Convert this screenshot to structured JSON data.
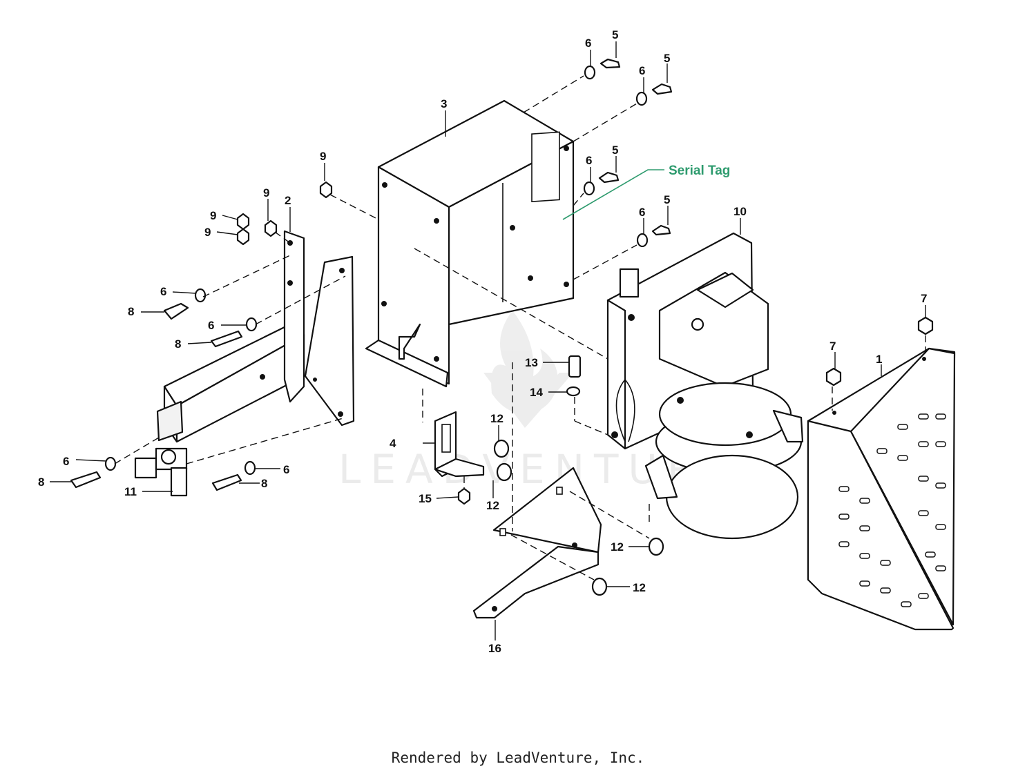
{
  "diagram": {
    "callouts": [
      "1",
      "2",
      "3",
      "4",
      "5",
      "6",
      "7",
      "8",
      "9",
      "10",
      "11",
      "12",
      "13",
      "14",
      "15",
      "16"
    ],
    "annotation": "Serial Tag",
    "accent_color": "#2e9b6e",
    "watermark": "LEADVENTURE"
  },
  "footer": {
    "text": "Rendered by LeadVenture, Inc."
  }
}
